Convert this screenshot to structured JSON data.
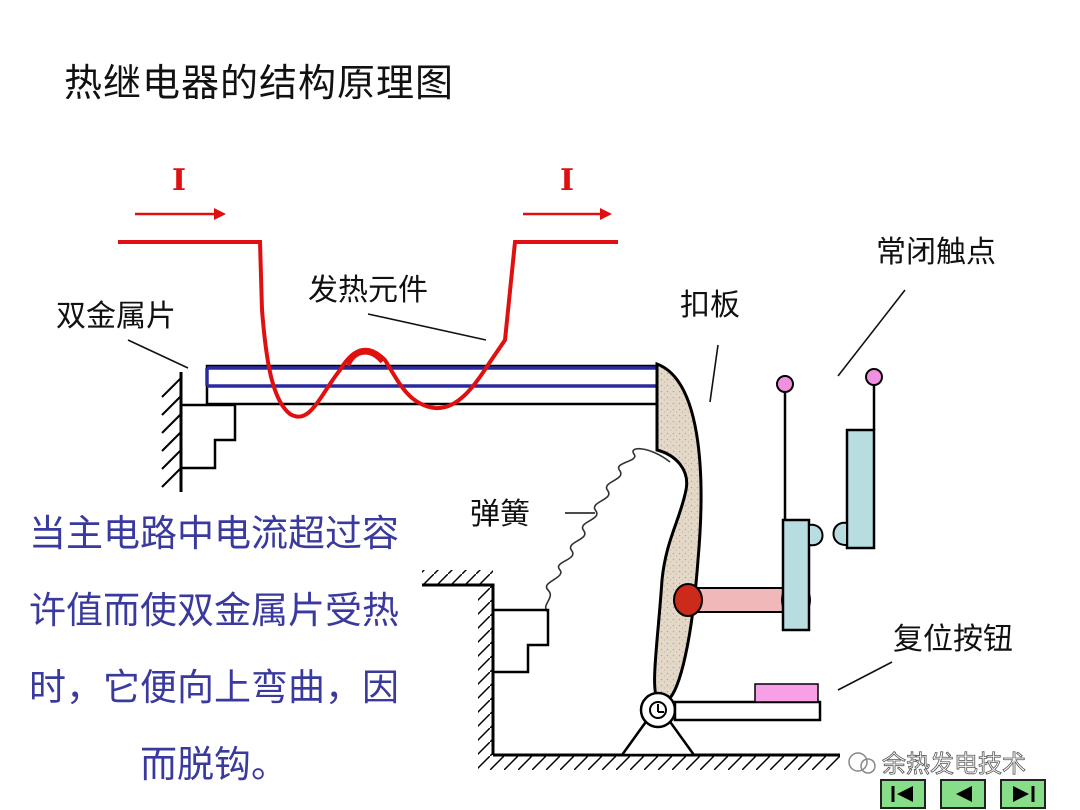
{
  "title": "热继电器的结构原理图",
  "description": "当主电路中电流超过容许值而使双金属片受热时，它便向上弯曲，因而脱钩。",
  "labels": {
    "current_left": "I",
    "current_right": "I",
    "heating_element": "发热元件",
    "bimetal": "双金属片",
    "latch_plate": "扣板",
    "nc_contact": "常闭触点",
    "spring": "弹簧",
    "reset_button": "复位按钮"
  },
  "watermark": "余热发电技术",
  "nav": {
    "first_icon": "first-page-icon",
    "prev_icon": "previous-page-icon",
    "last_icon": "last-page-icon"
  },
  "colors": {
    "current": "#e01010",
    "bimetal": "#2a2aa0",
    "description": "#3a3a9e",
    "contact_block": "#b8dde0",
    "link_bar": "#f0b8b8",
    "pivot_red": "#cc2a1a",
    "contact_tip": "#f090e0",
    "reset_button": "#f7a0e8",
    "nav_button": "#88dd88"
  }
}
